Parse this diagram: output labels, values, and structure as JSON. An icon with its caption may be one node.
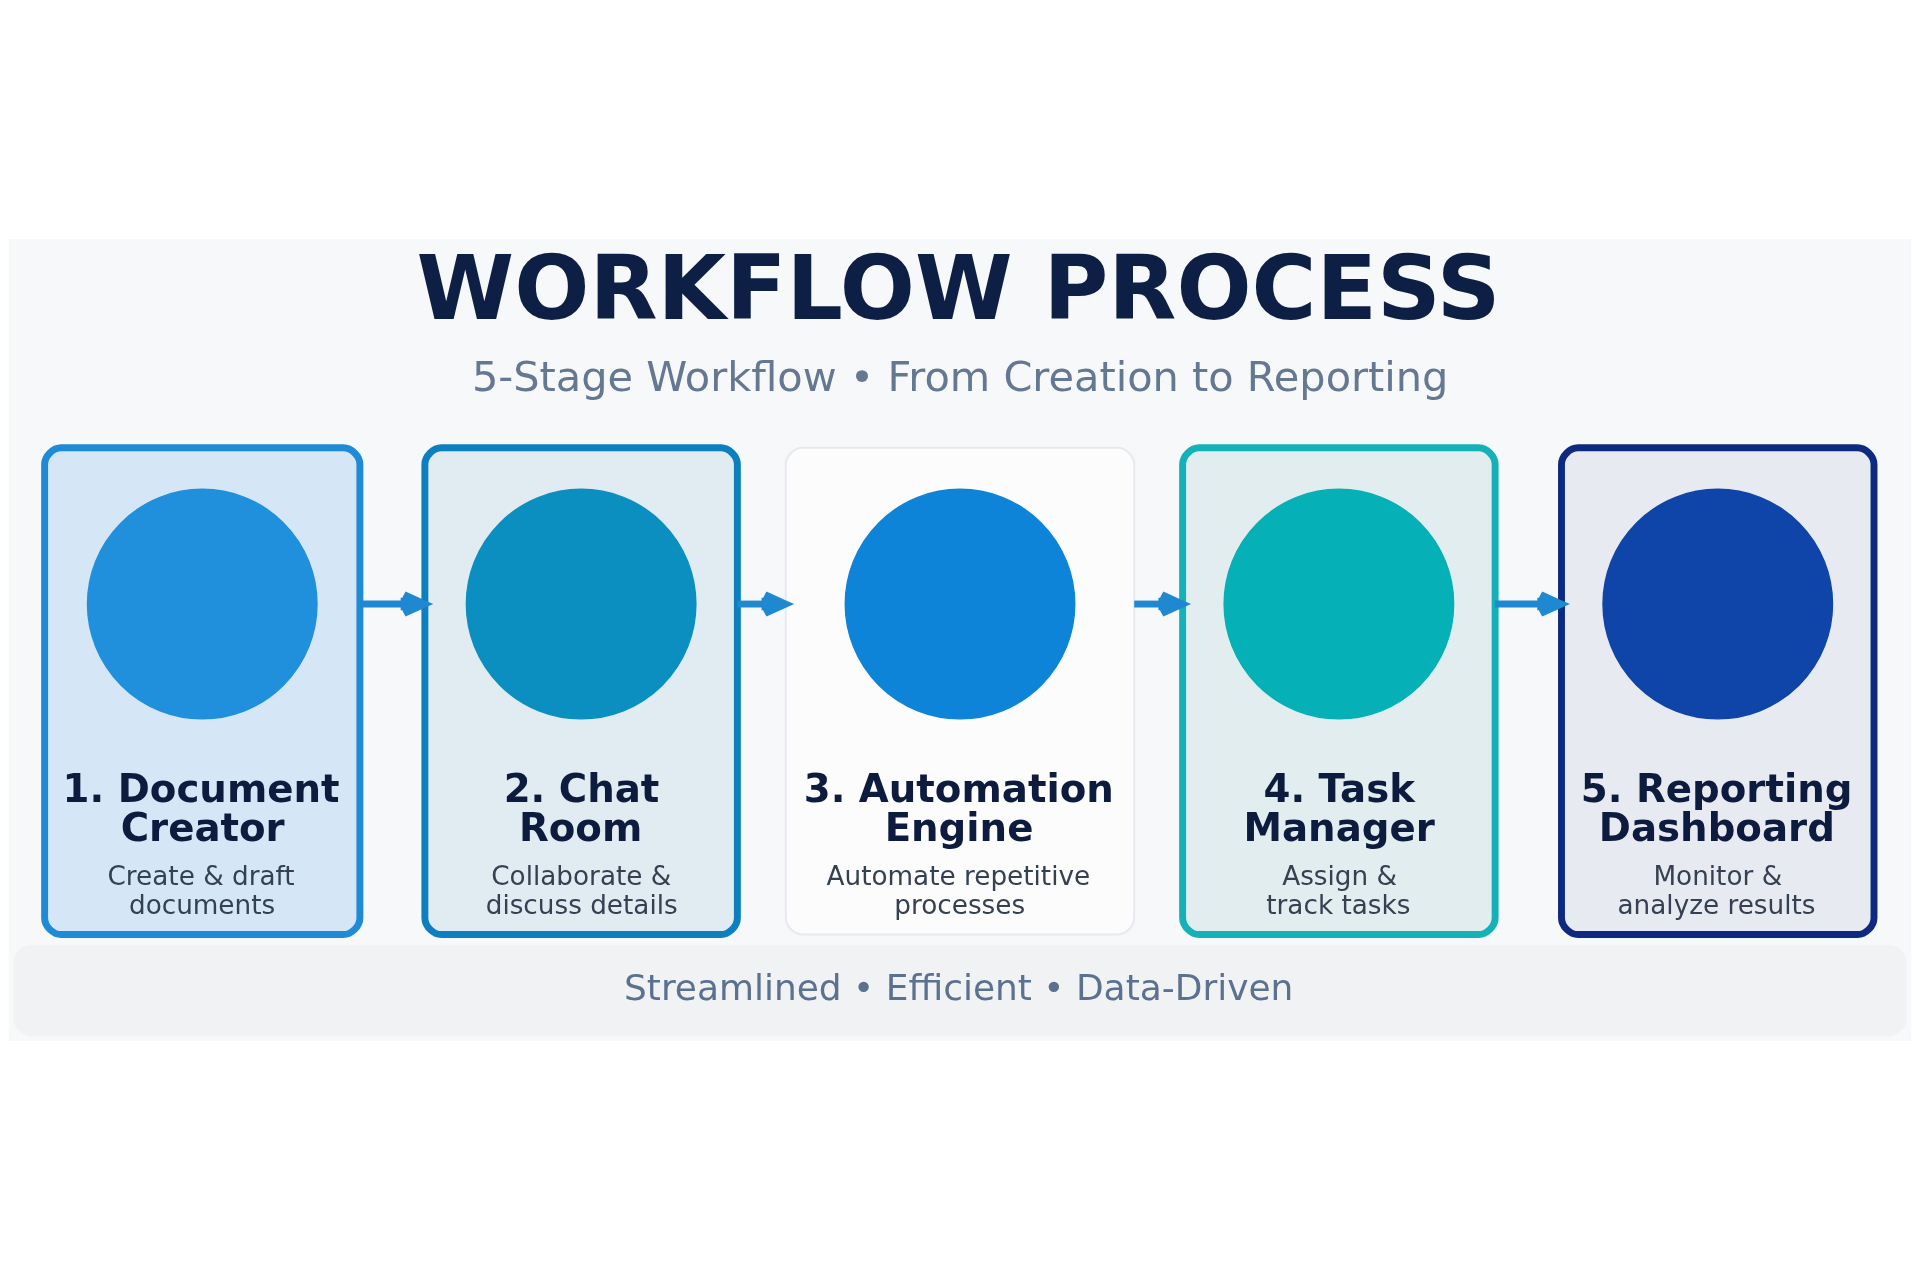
{
  "diagram": {
    "title": "WORKFLOW PROCESS",
    "nodes": [
      {
        "text": [
          "1. Document Creator",
          "Create & draft documents"
        ]
      },
      {
        "text": [],
        "shape": "circle",
        "in": 0
      },
      {
        "text": [
          "2. Chat Room",
          "Collaborate & discuss details"
        ]
      },
      {
        "text": [],
        "shape": "circle",
        "in": 2
      },
      {
        "text": [
          "3. Automation Engine",
          "Automate repetitive processes"
        ]
      },
      {
        "text": [],
        "shape": "circle",
        "in": 4
      },
      {
        "text": [
          "4. Task Manager",
          "Assign & track tasks"
        ]
      },
      {
        "text": [],
        "shape": "circle",
        "in": 6
      },
      {
        "text": [
          "5. Reporting Dashboard",
          "Monitor & analyze results"
        ]
      },
      {
        "text": [],
        "shape": "circle",
        "in": 8
      },
      {
        "text": [
          "Streamlined • Efficient • Data-Driven"
        ]
      }
    ],
    "edges": [
      {
        "from": 0,
        "to": 2,
        "arrow": "to"
      },
      {
        "from": 2,
        "to": 4,
        "arrow": "to"
      },
      {
        "from": 4,
        "to": 6,
        "arrow": "to"
      },
      {
        "from": 6,
        "to": 8,
        "arrow": "to"
      }
    ],
    "labels": [
      "5-Stage Workflow • From Creation to Reporting"
    ]
  }
}
